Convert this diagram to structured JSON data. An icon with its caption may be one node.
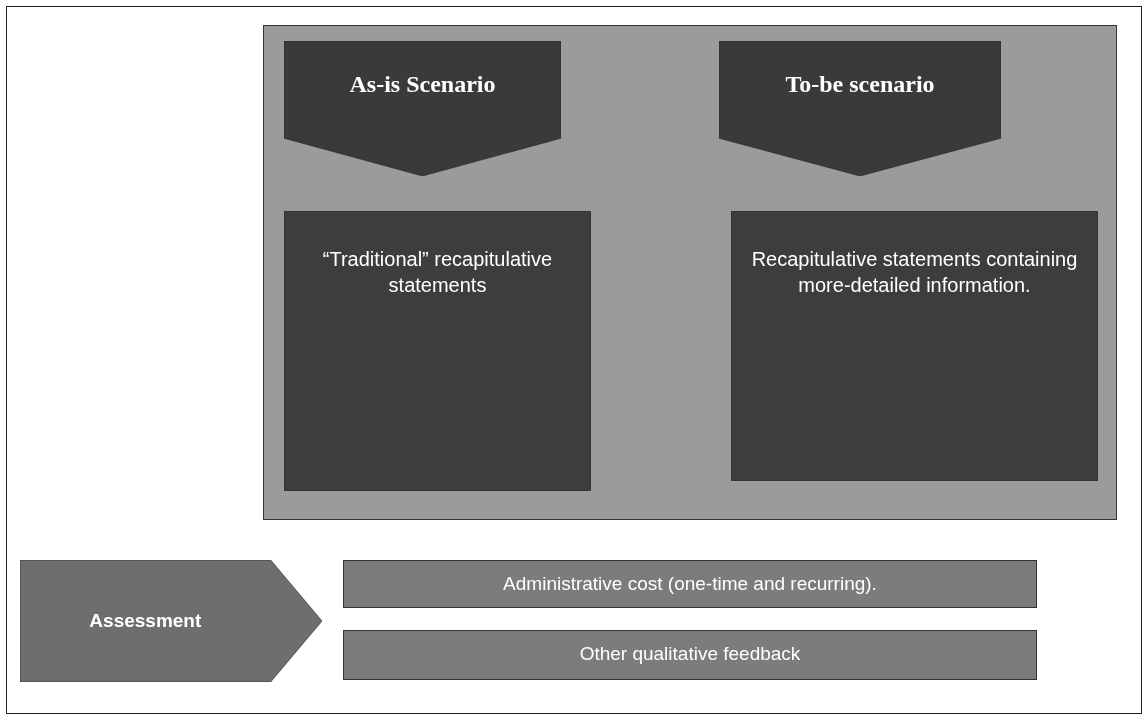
{
  "diagram": {
    "nodes": [
      {
        "text": [],
        "shape": "box"
      },
      {
        "text": [
          "As-is Scenario"
        ],
        "in": 0
      },
      {
        "text": [
          "To-be scenario"
        ],
        "in": 0
      },
      {
        "text": [
          "“Traditional” recapitulative statements"
        ],
        "in": 0
      },
      {
        "text": [
          "Recapitulative statements containing more-detailed information."
        ],
        "in": 0
      },
      {
        "text": [
          "Assessment"
        ]
      },
      {
        "text": [
          "Administrative cost (one-time and recurring)."
        ]
      },
      {
        "text": [
          "Other qualitative feedback"
        ]
      }
    ]
  }
}
